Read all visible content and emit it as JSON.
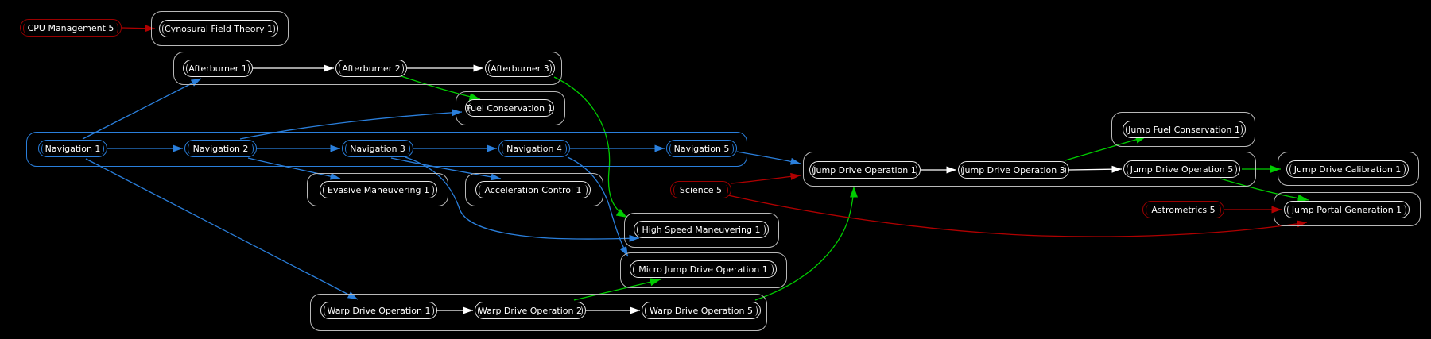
{
  "graph": {
    "background": "#000000",
    "colors": {
      "skill_node_border": "#e8e8e8",
      "cluster_border": "#b9b9b9",
      "navigation_blue": "#2a7fdc",
      "prereq_red": "#9b0000",
      "edge_white": "#ffffff",
      "edge_blue": "#2a7fdc",
      "edge_green": "#00cc00",
      "edge_red": "#b00000",
      "text": "#ffffff"
    },
    "nodes": {
      "cpu_management": {
        "label": "CPU Management 5",
        "type": "external-prereq"
      },
      "cynosural_field_theory": {
        "label": "Cynosural Field Theory 1",
        "type": "skill"
      },
      "afterburner_1": {
        "label": "Afterburner 1",
        "type": "skill"
      },
      "afterburner_2": {
        "label": "Afterburner 2",
        "type": "skill"
      },
      "afterburner_3": {
        "label": "Afterburner 3",
        "type": "skill"
      },
      "fuel_conservation": {
        "label": "Fuel Conservation 1",
        "type": "skill"
      },
      "navigation_1": {
        "label": "Navigation 1",
        "type": "skill-highlighted"
      },
      "navigation_2": {
        "label": "Navigation 2",
        "type": "skill-highlighted"
      },
      "navigation_3": {
        "label": "Navigation 3",
        "type": "skill-highlighted"
      },
      "navigation_4": {
        "label": "Navigation 4",
        "type": "skill-highlighted"
      },
      "navigation_5": {
        "label": "Navigation 5",
        "type": "skill-highlighted"
      },
      "evasive_maneuvering": {
        "label": "Evasive Maneuvering 1",
        "type": "skill"
      },
      "acceleration_control": {
        "label": "Acceleration Control 1",
        "type": "skill"
      },
      "science": {
        "label": "Science 5",
        "type": "external-prereq"
      },
      "high_speed_maneuvering": {
        "label": "High Speed Maneuvering 1",
        "type": "skill"
      },
      "micro_jump_drive_operation": {
        "label": "Micro Jump Drive Operation 1",
        "type": "skill"
      },
      "warp_drive_operation_1": {
        "label": "Warp Drive Operation 1",
        "type": "skill"
      },
      "warp_drive_operation_2": {
        "label": "Warp Drive Operation 2",
        "type": "skill"
      },
      "warp_drive_operation_5": {
        "label": "Warp Drive Operation 5",
        "type": "skill"
      },
      "jump_drive_operation_1": {
        "label": "Jump Drive Operation 1",
        "type": "skill"
      },
      "jump_drive_operation_3": {
        "label": "Jump Drive Operation 3",
        "type": "skill"
      },
      "jump_drive_operation_5": {
        "label": "Jump Drive Operation 5",
        "type": "skill"
      },
      "jump_fuel_conservation": {
        "label": "Jump Fuel Conservation 1",
        "type": "skill"
      },
      "jump_drive_calibration": {
        "label": "Jump Drive Calibration 1",
        "type": "skill"
      },
      "astrometrics": {
        "label": "Astrometrics 5",
        "type": "external-prereq"
      },
      "jump_portal_generation": {
        "label": "Jump Portal Generation 1",
        "type": "skill"
      }
    },
    "edges": [
      {
        "from": "cpu_management",
        "to": "cynosural_field_theory",
        "color": "red"
      },
      {
        "from": "afterburner_1",
        "to": "afterburner_2",
        "color": "white"
      },
      {
        "from": "afterburner_2",
        "to": "afterburner_3",
        "color": "white"
      },
      {
        "from": "afterburner_2",
        "to": "fuel_conservation",
        "color": "green"
      },
      {
        "from": "afterburner_3",
        "to": "high_speed_maneuvering",
        "color": "green"
      },
      {
        "from": "navigation_1",
        "to": "navigation_2",
        "color": "blue"
      },
      {
        "from": "navigation_2",
        "to": "navigation_3",
        "color": "blue"
      },
      {
        "from": "navigation_3",
        "to": "navigation_4",
        "color": "blue"
      },
      {
        "from": "navigation_4",
        "to": "navigation_5",
        "color": "blue"
      },
      {
        "from": "navigation_1",
        "to": "afterburner_1",
        "color": "blue"
      },
      {
        "from": "navigation_1",
        "to": "warp_drive_operation_1",
        "color": "blue"
      },
      {
        "from": "navigation_2",
        "to": "fuel_conservation",
        "color": "blue"
      },
      {
        "from": "navigation_2",
        "to": "evasive_maneuvering",
        "color": "blue"
      },
      {
        "from": "navigation_3",
        "to": "acceleration_control",
        "color": "blue"
      },
      {
        "from": "navigation_3",
        "to": "high_speed_maneuvering",
        "color": "blue"
      },
      {
        "from": "navigation_4",
        "to": "micro_jump_drive_operation",
        "color": "blue"
      },
      {
        "from": "navigation_5",
        "to": "jump_drive_operation_1",
        "color": "blue"
      },
      {
        "from": "science",
        "to": "jump_drive_operation_1",
        "color": "red"
      },
      {
        "from": "science",
        "to": "jump_portal_generation",
        "color": "red"
      },
      {
        "from": "astrometrics",
        "to": "jump_portal_generation",
        "color": "red"
      },
      {
        "from": "jump_drive_operation_1",
        "to": "jump_drive_operation_3",
        "color": "white"
      },
      {
        "from": "jump_drive_operation_3",
        "to": "jump_drive_operation_5",
        "color": "white"
      },
      {
        "from": "jump_drive_operation_3",
        "to": "jump_fuel_conservation",
        "color": "green"
      },
      {
        "from": "jump_drive_operation_5",
        "to": "jump_drive_calibration",
        "color": "green"
      },
      {
        "from": "jump_drive_operation_5",
        "to": "jump_portal_generation",
        "color": "green"
      },
      {
        "from": "warp_drive_operation_1",
        "to": "warp_drive_operation_2",
        "color": "white"
      },
      {
        "from": "warp_drive_operation_2",
        "to": "warp_drive_operation_5",
        "color": "white"
      },
      {
        "from": "warp_drive_operation_2",
        "to": "micro_jump_drive_operation",
        "color": "green"
      },
      {
        "from": "warp_drive_operation_5",
        "to": "jump_drive_operation_1",
        "color": "green"
      }
    ]
  }
}
